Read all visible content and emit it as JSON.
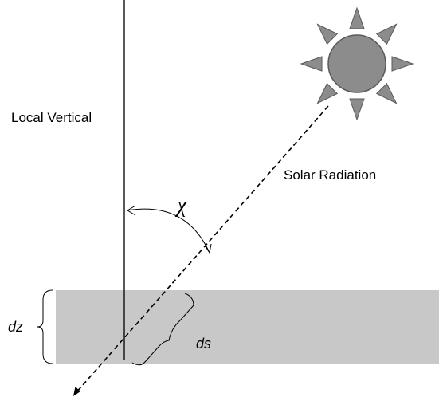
{
  "labels": {
    "local_vertical": "Local Vertical",
    "solar_radiation": "Solar Radiation",
    "angle_symbol": "χ",
    "dz": "dz",
    "ds": "ds"
  },
  "colors": {
    "layer_fill": "#c8c8c8",
    "sun_fill": "#8c8c8c",
    "sun_stroke": "#5a5a5a",
    "line": "#000000"
  },
  "icons": {
    "sun": "sun-icon",
    "arrowhead": "arrowhead-icon"
  }
}
